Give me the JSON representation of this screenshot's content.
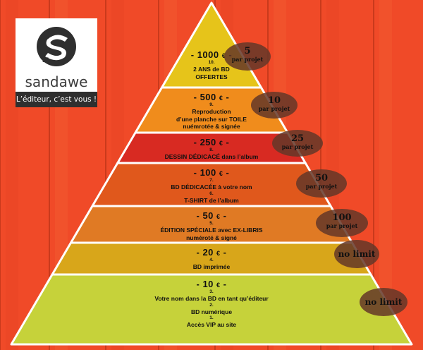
{
  "logo": {
    "brand": "sandawe",
    "tagline": "L’éditeur, c’est vous !"
  },
  "colors": {
    "background": "#f04a28",
    "tier1": "#e6c41a",
    "tier2": "#f08c1c",
    "tier3": "#d82a22",
    "tier4": "#e0581c",
    "tier5": "#e07a24",
    "tier6": "#d8a61a",
    "tier7": "#c6d23a",
    "badge": "#643728"
  },
  "tiers": [
    {
      "price": "- 1000 ",
      "currency": "€",
      "dash": " -",
      "lines": [
        {
          "t": "10.",
          "s": "num"
        },
        {
          "t": "2 ANS de BD",
          "s": "desc"
        },
        {
          "t": "OFFERTES",
          "s": "desc"
        }
      ]
    },
    {
      "price": "- 500 ",
      "currency": "€",
      "dash": " -",
      "lines": [
        {
          "t": "9.",
          "s": "num"
        },
        {
          "t": "Reproduction",
          "s": "desc"
        },
        {
          "t": "d’une planche sur TOILE",
          "s": "desc"
        },
        {
          "t": "nuémrotée & signée",
          "s": "desc"
        }
      ]
    },
    {
      "price": "- 250 ",
      "currency": "€",
      "dash": " -",
      "lines": [
        {
          "t": "8.",
          "s": "num"
        },
        {
          "t": "DESSIN DÉDICACÉ dans l’album",
          "s": "desc"
        }
      ]
    },
    {
      "price": "- 100 ",
      "currency": "€",
      "dash": " -",
      "lines": [
        {
          "t": "7.",
          "s": "num"
        },
        {
          "t": "BD DÉDICACÉE à votre nom",
          "s": "desc"
        },
        {
          "t": "6.",
          "s": "num"
        },
        {
          "t": "T-SHIRT de l’album",
          "s": "desc"
        }
      ]
    },
    {
      "price": "- 50 ",
      "currency": "€",
      "dash": " -",
      "lines": [
        {
          "t": "5.",
          "s": "num"
        },
        {
          "t": "ÉDITION SPÉCIALE avec EX-LIBRIS",
          "s": "desc"
        },
        {
          "t": "numéroté & signé",
          "s": "desc"
        }
      ]
    },
    {
      "price": "- 20 ",
      "currency": "€",
      "dash": " -",
      "lines": [
        {
          "t": "4.",
          "s": "num"
        },
        {
          "t": "BD imprimée",
          "s": "desc"
        }
      ]
    },
    {
      "price": "- 10 ",
      "currency": "€",
      "dash": " -",
      "lines": [
        {
          "t": "3.",
          "s": "num"
        },
        {
          "t": "Votre nom dans la BD en tant qu’éditeur",
          "s": "desc"
        },
        {
          "t": "2.",
          "s": "num"
        },
        {
          "t": "BD numérique",
          "s": "desc"
        },
        {
          "t": "1.",
          "s": "num"
        },
        {
          "t": "Accès VIP au site",
          "s": "desc"
        }
      ]
    }
  ],
  "badges": [
    {
      "num": "5",
      "sub": "par projet"
    },
    {
      "num": "10",
      "sub": "par projet"
    },
    {
      "num": "25",
      "sub": "par projet"
    },
    {
      "num": "50",
      "sub": "par projet"
    },
    {
      "num": "100",
      "sub": "par projet"
    },
    {
      "big": "no limit"
    },
    {
      "big": "no limit"
    }
  ]
}
